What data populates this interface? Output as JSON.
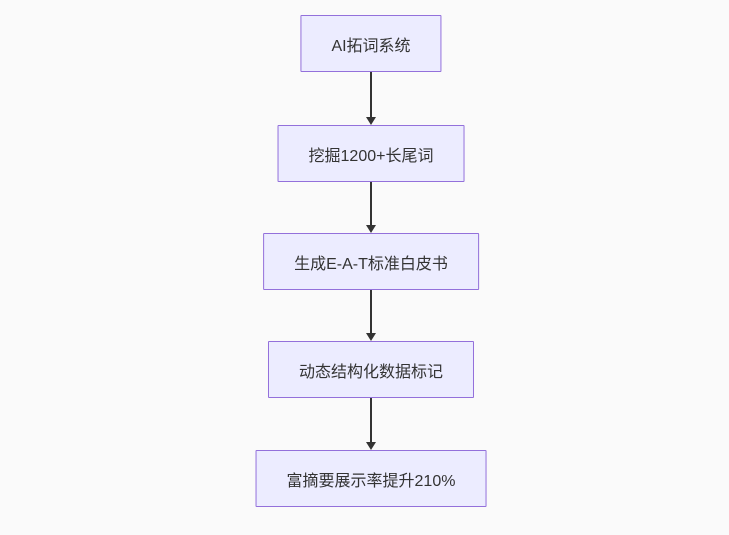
{
  "diagram": {
    "type": "flowchart",
    "direction": "top-down",
    "nodes": [
      {
        "label": "AI拓词系统"
      },
      {
        "label": "挖掘1200+长尾词"
      },
      {
        "label": "生成E-A-T标准白皮书"
      },
      {
        "label": "动态结构化数据标记"
      },
      {
        "label": "富摘要展示率提升210%"
      }
    ],
    "edges": [
      {
        "from": 0,
        "to": 1
      },
      {
        "from": 1,
        "to": 2
      },
      {
        "from": 2,
        "to": 3
      },
      {
        "from": 3,
        "to": 4
      }
    ],
    "colors": {
      "background": "#fafafa",
      "node_fill": "#ECECFF",
      "node_border": "#9370DB",
      "edge": "#333333",
      "text": "#333333"
    }
  }
}
